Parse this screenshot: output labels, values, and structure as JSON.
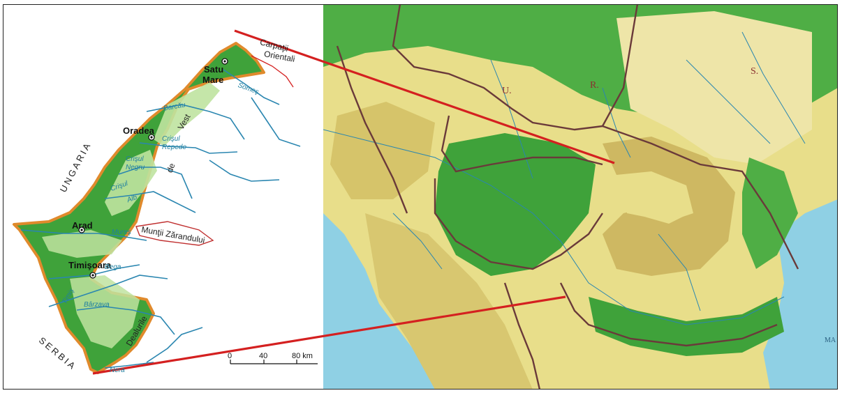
{
  "left_map": {
    "cities": [
      {
        "key": "satu_mare",
        "label_1": "Satu",
        "label_2": "Mare"
      },
      {
        "key": "oradea",
        "label": "Oradea"
      },
      {
        "key": "arad",
        "label": "Arad"
      },
      {
        "key": "timisoara",
        "label": "Timişoara"
      }
    ],
    "rivers": [
      "Someş",
      "Barcău",
      "Crişul",
      "Repede",
      "Crişul",
      "Negru",
      "Crişul",
      "Alb",
      "Mureş",
      "Bega",
      "Timiş",
      "Bârzava",
      "Nera"
    ],
    "regions": {
      "carpatii_1": "Carpaţii",
      "carpatii_2": "Orientali",
      "de": "de",
      "vest": "Vest",
      "muntii": "Munţii Zărandului",
      "dealurile": "Dealurile"
    },
    "countries": {
      "ungaria": "UNGARIA",
      "serbia": "SERBIA"
    },
    "scale": {
      "t0": "0",
      "t1": "40",
      "t2": "80 km"
    }
  },
  "right_map": {
    "labels": {
      "u": "U.",
      "r": "R.",
      "s": "S.",
      "ma": "MA"
    }
  },
  "colors": {
    "lowland_green": "#3fa23a",
    "light_green": "#bfe3a0",
    "border_orange": "#e08a2c",
    "river_blue": "#2a86b0",
    "connector_red": "#d42020",
    "sea_blue": "#8fd0e4",
    "hills_yellow": "#e8de8a"
  }
}
